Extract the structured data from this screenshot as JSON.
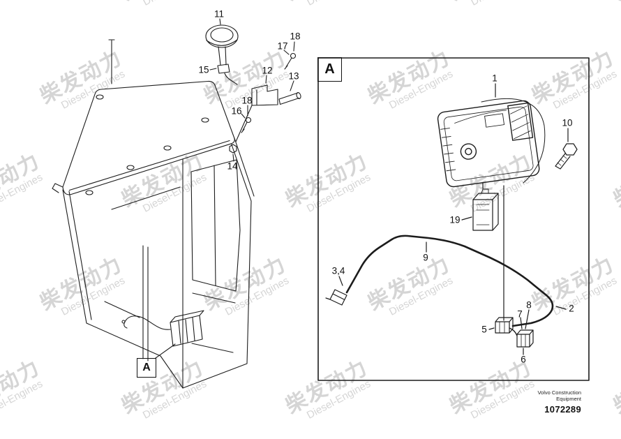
{
  "watermark": {
    "cn": "柴发动力",
    "en": "Diesel-Engines"
  },
  "cab_view": {
    "detail_marker": "A",
    "callouts": {
      "c11": "11",
      "c18a": "18",
      "c17": "17",
      "c15": "15",
      "c12": "12",
      "c13": "13",
      "c18b": "18",
      "c16": "16",
      "c14": "14"
    }
  },
  "detail_view": {
    "marker": "A",
    "callouts": {
      "c1": "1",
      "c10": "10",
      "c19": "19",
      "c9": "9",
      "c34": "3,4",
      "c2": "2",
      "c8": "8",
      "c7": "7",
      "c5": "5",
      "c6": "6"
    }
  },
  "footer": {
    "brand_line1": "Volvo Construction",
    "brand_line2": "Equipment",
    "part_number": "1072289"
  }
}
